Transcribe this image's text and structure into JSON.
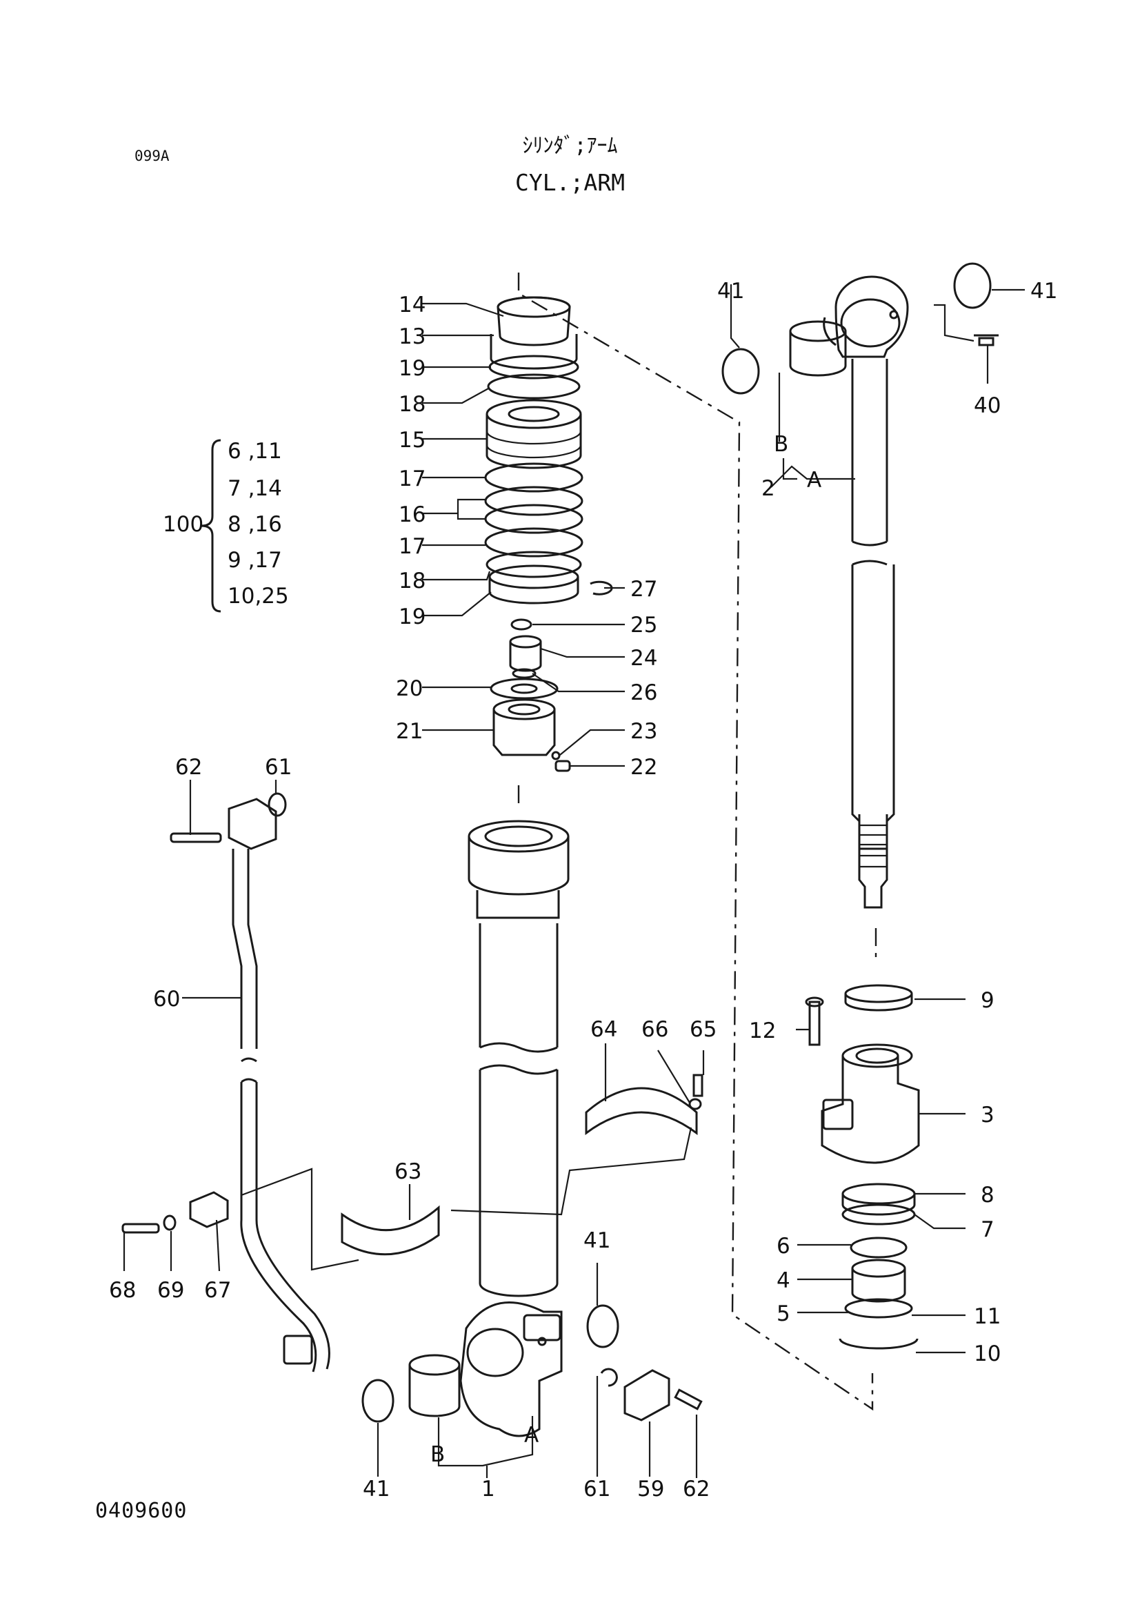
{
  "header": {
    "page_code": "099A",
    "title_jp": "ｼﾘﾝﾀﾞ;ｱｰﾑ",
    "title_en": "CYL.;ARM"
  },
  "footer": {
    "drawing_number": "0409600"
  },
  "kit": {
    "number": "100",
    "contents": [
      "6 ,11",
      "7 ,14",
      "8 ,16",
      "9 ,17",
      "10,25"
    ]
  },
  "callouts": {
    "c1": "1",
    "c2": "2",
    "c3": "3",
    "c4": "4",
    "c5": "5",
    "c6": "6",
    "c7": "7",
    "c8": "8",
    "c9": "9",
    "c10": "10",
    "c11": "11",
    "c12": "12",
    "c13": "13",
    "c14": "14",
    "c15": "15",
    "c16": "16",
    "c17a": "17",
    "c17b": "17",
    "c18a": "18",
    "c18b": "18",
    "c19a": "19",
    "c19b": "19",
    "c20": "20",
    "c21": "21",
    "c22": "22",
    "c23": "23",
    "c24": "24",
    "c25": "25",
    "c26": "26",
    "c27": "27",
    "c40": "40",
    "c41a": "41",
    "c41b": "41",
    "c41c": "41",
    "c41d": "41",
    "c59": "59",
    "c60": "60",
    "c61a": "61",
    "c61b": "61",
    "c62a": "62",
    "c62b": "62",
    "c63": "63",
    "c64": "64",
    "c65": "65",
    "c66": "66",
    "c67": "67",
    "c68": "68",
    "c69": "69",
    "a_top": "A",
    "b_top": "B",
    "a_bot": "A",
    "b_bot": "B"
  }
}
